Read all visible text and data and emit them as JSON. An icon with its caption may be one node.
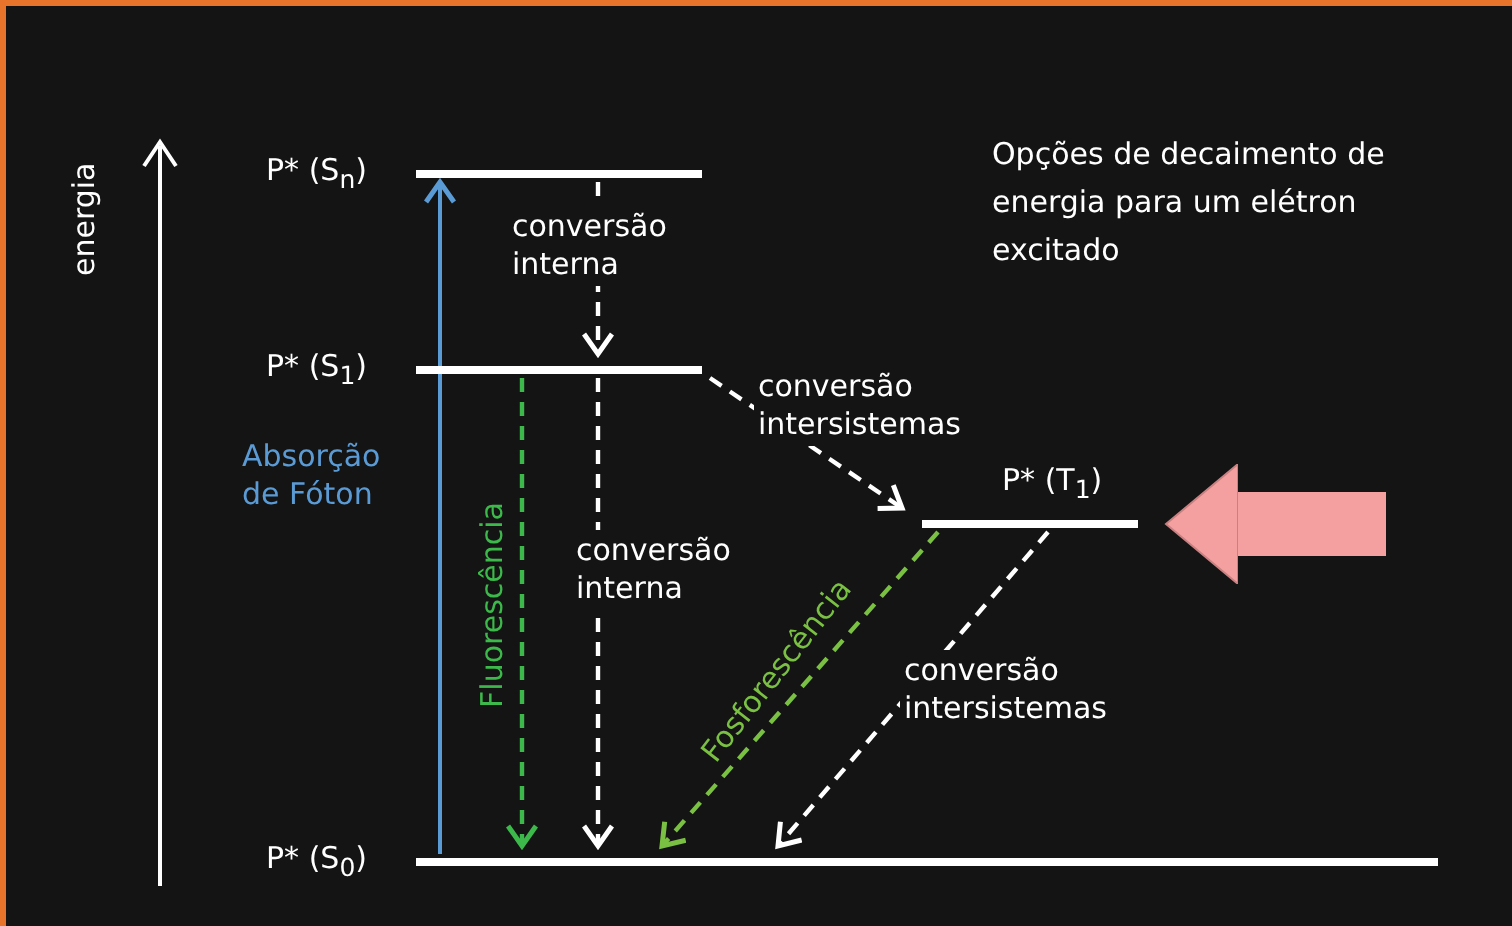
{
  "diagram": {
    "nodes": [
      {
        "text": [],
        "shape": "bar",
        "beside": [
          "P* (S$_{n}$)"
        ]
      },
      {
        "text": [],
        "shape": "bar",
        "beside": [
          "P* (S$_{1}$)"
        ]
      },
      {
        "text": [],
        "shape": "bar",
        "beside": [
          "P* (T$_{1}$)"
        ]
      },
      {
        "text": [],
        "shape": "bar",
        "beside": [
          "P* (S$_{0}$)"
        ]
      }
    ],
    "edges": [
      {
        "from": 3,
        "to": 0,
        "arrow": "to",
        "label": "Absorção de Fóton",
        "color": "#5b9bd5"
      },
      {
        "from": 0,
        "to": 1,
        "arrow": "to",
        "label": "conversão interna",
        "style": "dashed"
      },
      {
        "from": 1,
        "to": 3,
        "arrow": "to",
        "label": "Fluorescência",
        "style": "dashed",
        "color": "#3cb94a"
      },
      {
        "from": 1,
        "to": 3,
        "arrow": "to",
        "label": "conversão interna",
        "style": "dashed"
      },
      {
        "from": 1,
        "to": 2,
        "arrow": "to",
        "label": "conversão intersistemas",
        "style": "dashed"
      },
      {
        "from": 2,
        "to": 3,
        "arrow": "to",
        "label": "Fosforescência",
        "style": "dashed",
        "color": "#7ac143"
      },
      {
        "from": 2,
        "to": 3,
        "arrow": "to",
        "label": "conversão intersistemas",
        "style": "dashed"
      },
      {
        "from": null,
        "to": 2,
        "arrow": "to",
        "style": "thick",
        "color": "#f4a0a0"
      }
    ],
    "labels": [
      "energia",
      "Opções de decaimento de energia para um elétron excitado"
    ]
  }
}
